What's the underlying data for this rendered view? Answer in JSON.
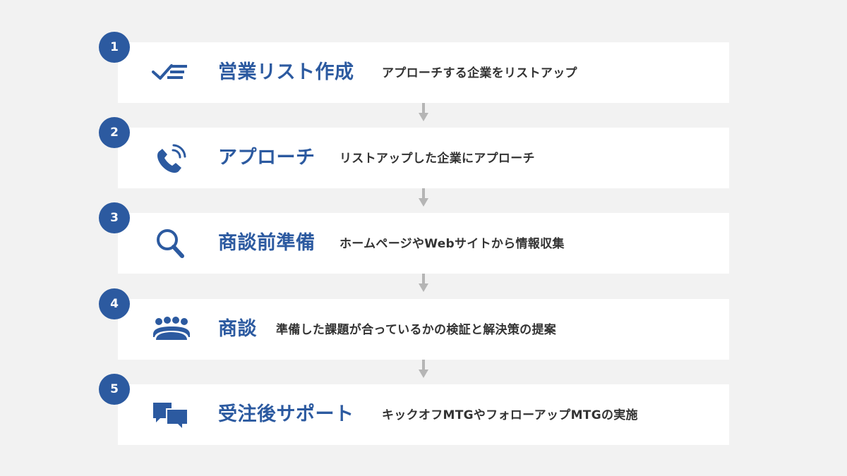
{
  "steps": [
    {
      "number": "1",
      "title": "営業リスト作成",
      "description": "アプローチする企業をリストアップ",
      "icon": "list-check-icon"
    },
    {
      "number": "2",
      "title": "アプローチ",
      "description": "リストアップした企業にアプローチ",
      "icon": "phone-icon"
    },
    {
      "number": "3",
      "title": "商談前準備",
      "description": "ホームページやWebサイトから情報収集",
      "icon": "search-icon"
    },
    {
      "number": "4",
      "title": "商談",
      "description": "準備した課題が合っているかの検証と解決策の提案",
      "icon": "meeting-icon"
    },
    {
      "number": "5",
      "title": "受注後サポート",
      "description": "キックオフMTGやフォローアップMTGの実施",
      "icon": "chat-bubbles-icon"
    }
  ],
  "colors": {
    "accent": "#2c5aa0",
    "background": "#f2f2f2",
    "card": "#ffffff",
    "text": "#333333",
    "arrow": "#b5b5b5"
  }
}
